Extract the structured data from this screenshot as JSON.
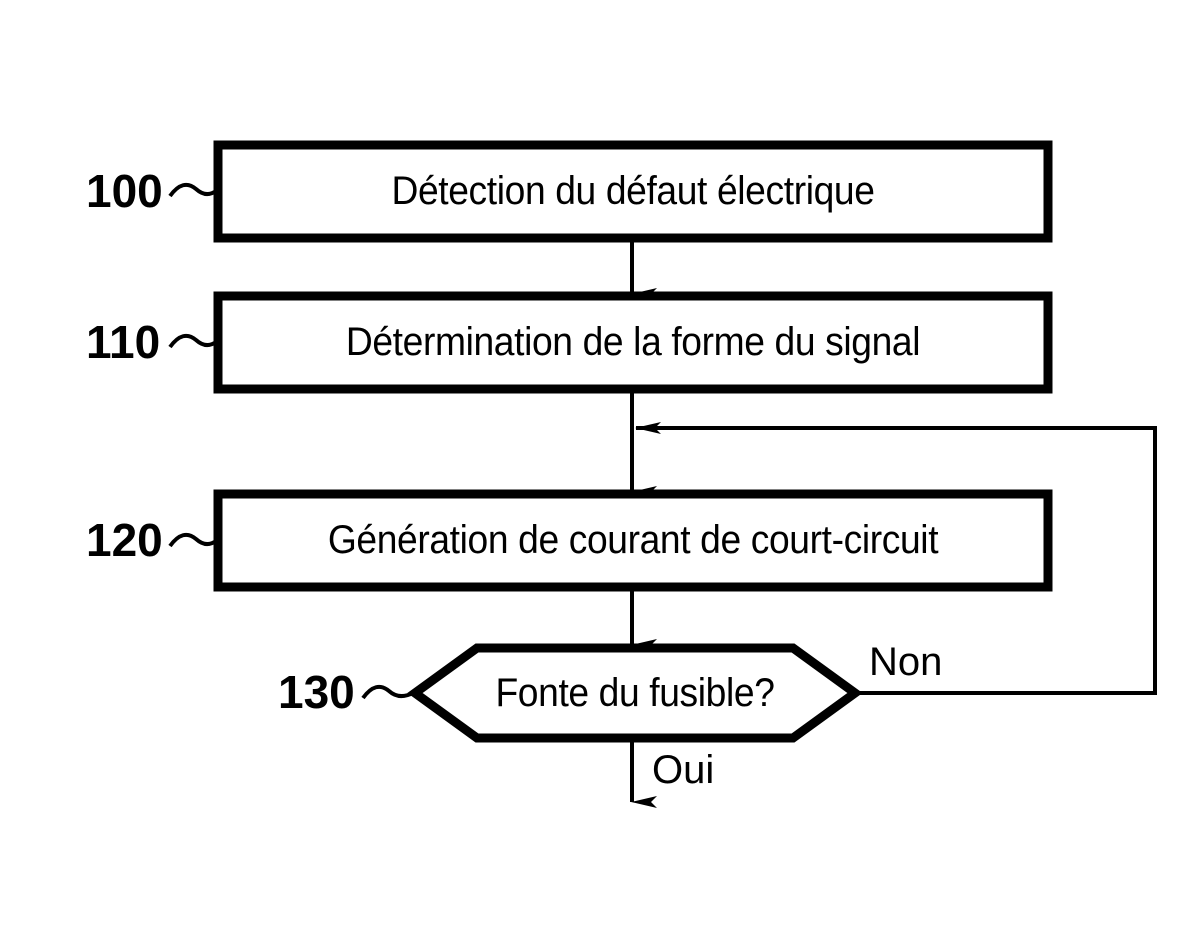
{
  "diagram": {
    "type": "flowchart",
    "language": "fr",
    "background_color": "#ffffff",
    "stroke_color": "#000000",
    "nodes": [
      {
        "ref": "100",
        "shape": "rectangle",
        "label": "Détection du défaut électrique",
        "name": "detection-defaut-electrique"
      },
      {
        "ref": "110",
        "shape": "rectangle",
        "label": "Détermination de la forme du signal",
        "name": "determination-forme-signal"
      },
      {
        "ref": "120",
        "shape": "rectangle",
        "label": "Génération de courant de court-circuit",
        "name": "generation-courant-court-circuit"
      },
      {
        "ref": "130",
        "shape": "hexagon",
        "label": "Fonte du fusible?",
        "name": "fonte-du-fusible-decision"
      }
    ],
    "edge_labels": {
      "no_branch": "Non",
      "yes_branch": "Oui"
    }
  }
}
